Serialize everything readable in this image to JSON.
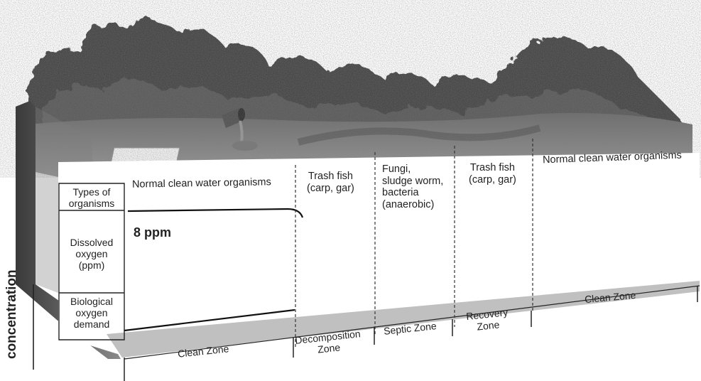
{
  "axis": {
    "y_label": "concentration"
  },
  "rows": [
    {
      "id": "organisms",
      "lines": [
        "Types of",
        "organisms"
      ]
    },
    {
      "id": "oxygen",
      "lines": [
        "Dissolved",
        "oxygen",
        "(ppm)"
      ]
    },
    {
      "id": "bod",
      "lines": [
        "Biological",
        "oxygen",
        "demand"
      ]
    }
  ],
  "dissolved_oxygen_start": "8 ppm",
  "zones": [
    {
      "id": "clean-1",
      "organisms": [
        "Normal clean water organisms"
      ],
      "name": [
        "Clean Zone"
      ]
    },
    {
      "id": "decomposition",
      "organisms": [
        "Trash fish",
        "(carp, gar)"
      ],
      "name": [
        "Decomposition",
        "Zone"
      ]
    },
    {
      "id": "septic",
      "organisms": [
        "Fungi,",
        "sludge worm,",
        "bacteria",
        "(anaerobic)"
      ],
      "name": [
        "Septic Zone"
      ]
    },
    {
      "id": "recovery",
      "organisms": [
        "Trash fish",
        "(carp, gar)"
      ],
      "name": [
        "Recovery",
        "Zone"
      ]
    },
    {
      "id": "clean-2",
      "organisms": [
        "Normal clean water organisms"
      ],
      "name": [
        "Clean Zone"
      ]
    }
  ],
  "colors": {
    "ink": "#222222",
    "water": "#8e8e8e",
    "foliage": "#3f3f3f",
    "bank": "#6b6b6b"
  }
}
